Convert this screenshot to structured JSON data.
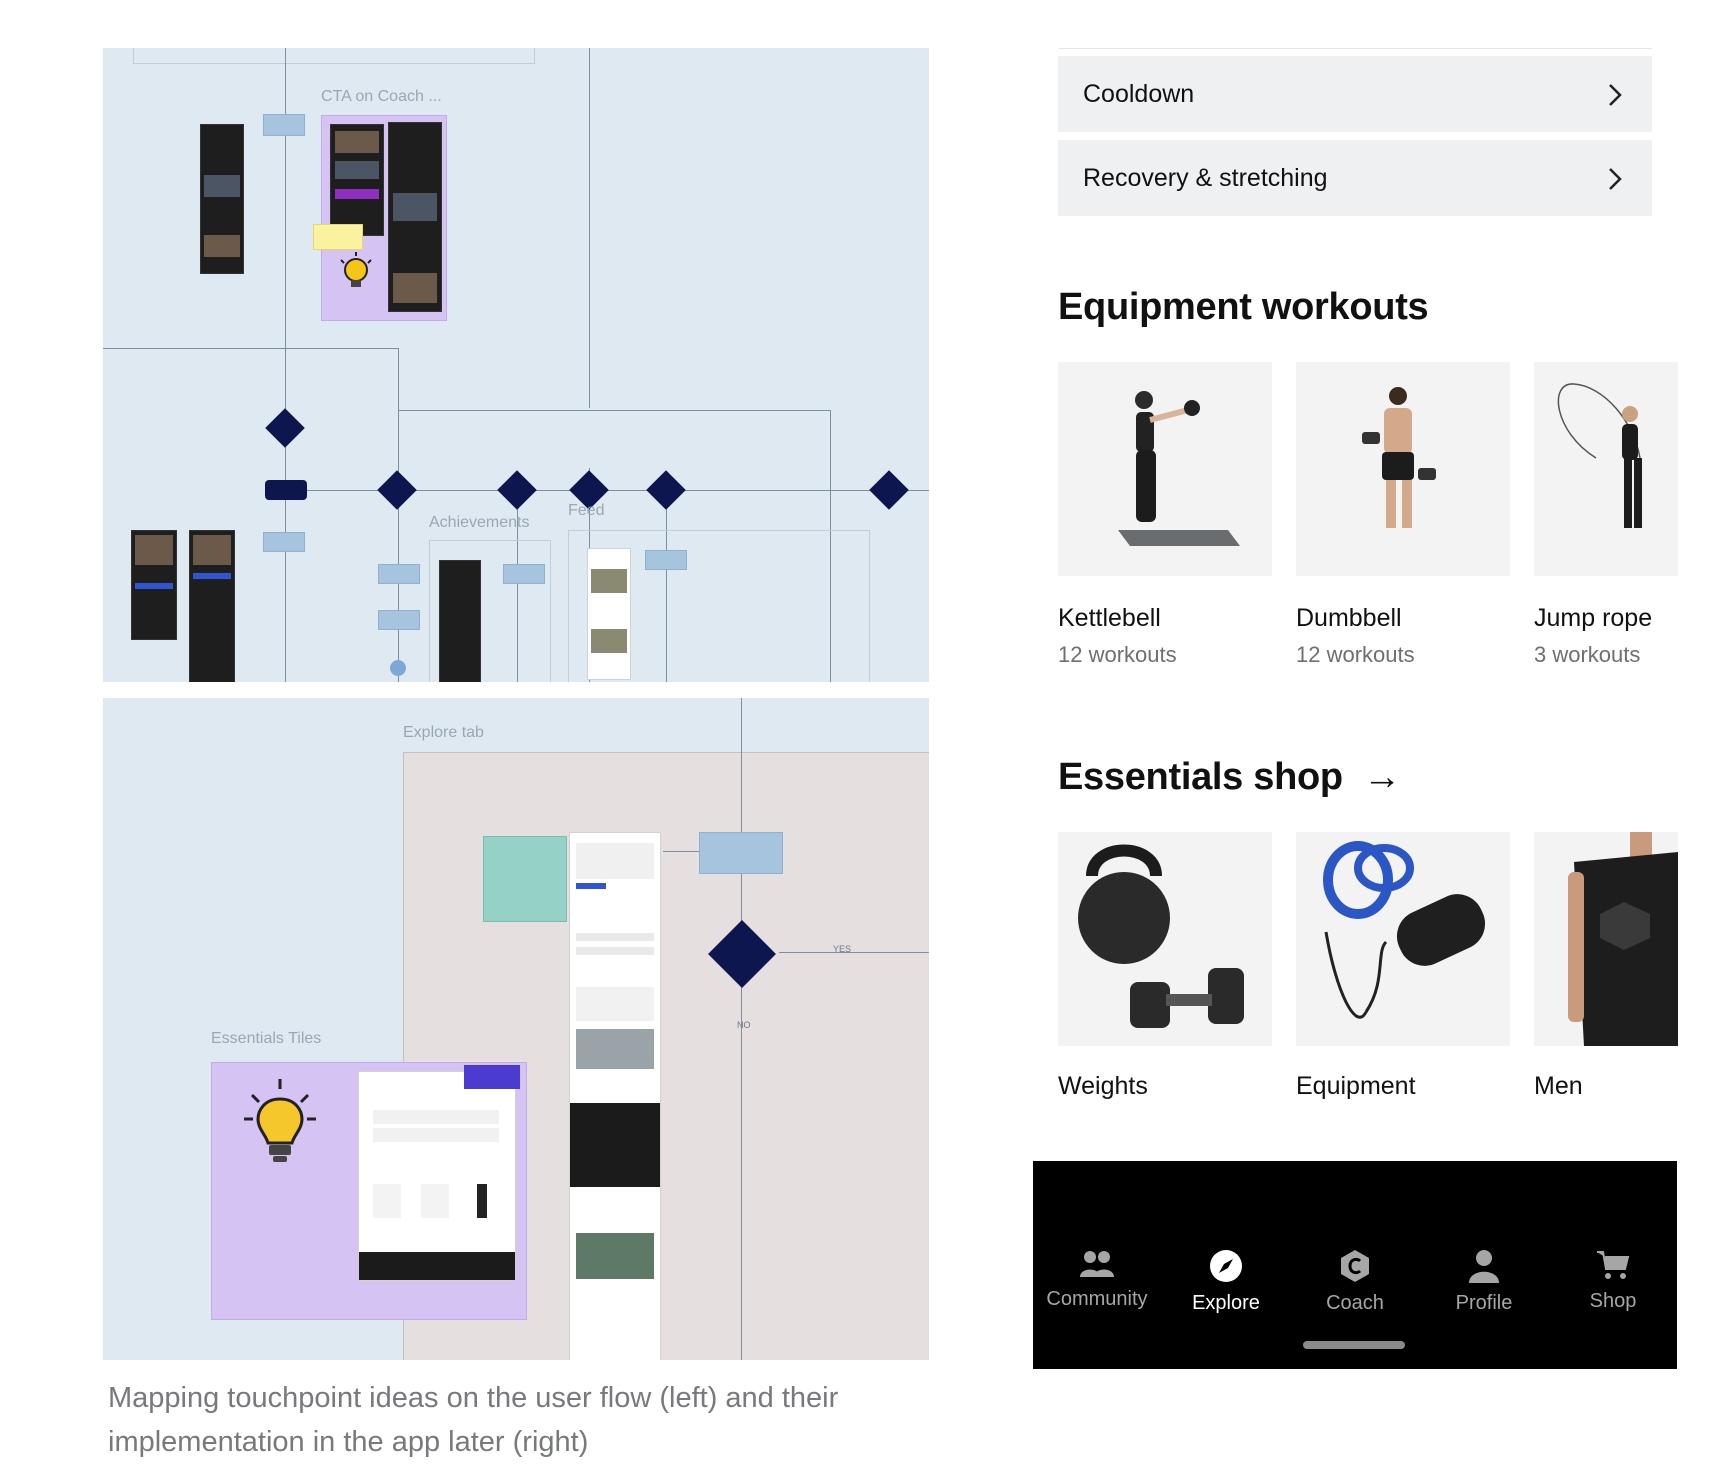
{
  "flow_top": {
    "frames": {
      "cta_on_coach": "CTA on Coach ...",
      "achievements": "Achievements",
      "feed": "Feed"
    }
  },
  "flow_bottom": {
    "frames": {
      "explore_tab": "Explore tab",
      "essentials_tiles": "Essentials Tiles"
    },
    "branches": {
      "yes": "YES",
      "no": "NO"
    }
  },
  "caption": "Mapping touchpoint ideas on the user flow (left) and their implementation in the app later (right)",
  "app": {
    "list_items": [
      {
        "label": "Cooldown"
      },
      {
        "label": "Recovery & stretching"
      }
    ],
    "equipment": {
      "title": "Equipment workouts",
      "tiles": [
        {
          "name": "Kettlebell",
          "count": "12 workouts"
        },
        {
          "name": "Dumbbell",
          "count": "12 workouts"
        },
        {
          "name": "Jump rope",
          "count": "3 workouts"
        }
      ]
    },
    "shop": {
      "title": "Essentials shop",
      "arrow": "→",
      "tiles": [
        {
          "name": "Weights"
        },
        {
          "name": "Equipment"
        },
        {
          "name": "Men"
        }
      ]
    },
    "nav": {
      "items": [
        {
          "label": "Community",
          "icon": "community-icon"
        },
        {
          "label": "Explore",
          "icon": "compass-icon",
          "active": true
        },
        {
          "label": "Coach",
          "icon": "coach-icon"
        },
        {
          "label": "Profile",
          "icon": "profile-icon"
        },
        {
          "label": "Shop",
          "icon": "cart-icon"
        }
      ]
    }
  }
}
